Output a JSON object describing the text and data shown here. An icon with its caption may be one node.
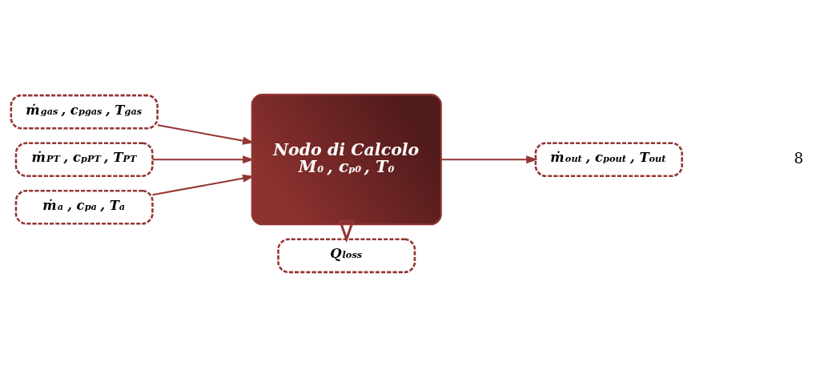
{
  "diagram": {
    "nodes": [
      {
        "text": [
          "Q$_{loss}$"
        ]
      },
      {
        "text": [
          "ṁ$_{gas}$ , c$_{pgas}$ , T$_{gas}$"
        ]
      },
      {
        "text": [
          "ṁ$_{PT}$ , c$_{pPT}$ , T$_{PT}$"
        ]
      },
      {
        "text": [
          "ṁ$_{a}$ , c$_{pa}$ , T$_{a}$"
        ]
      },
      {
        "text": [
          "Nodo di Calcolo",
          "M$_{0}$ , c$_{p0}$ , T$_{0}$"
        ]
      },
      {
        "text": [
          "ṁ$_{out}$ , c$_{pout}$ , T$_{out}$"
        ]
      }
    ],
    "edges": [
      {
        "from": 1,
        "to": 4,
        "arrow": "to"
      },
      {
        "from": 2,
        "to": 4,
        "arrow": "to"
      },
      {
        "from": 3,
        "to": 4,
        "arrow": "to"
      },
      {
        "from": 4,
        "to": 0,
        "arrow": "to",
        "style": "thick"
      },
      {
        "from": 4,
        "to": 5,
        "arrow": "to"
      }
    ],
    "labels": [
      "8"
    ]
  }
}
